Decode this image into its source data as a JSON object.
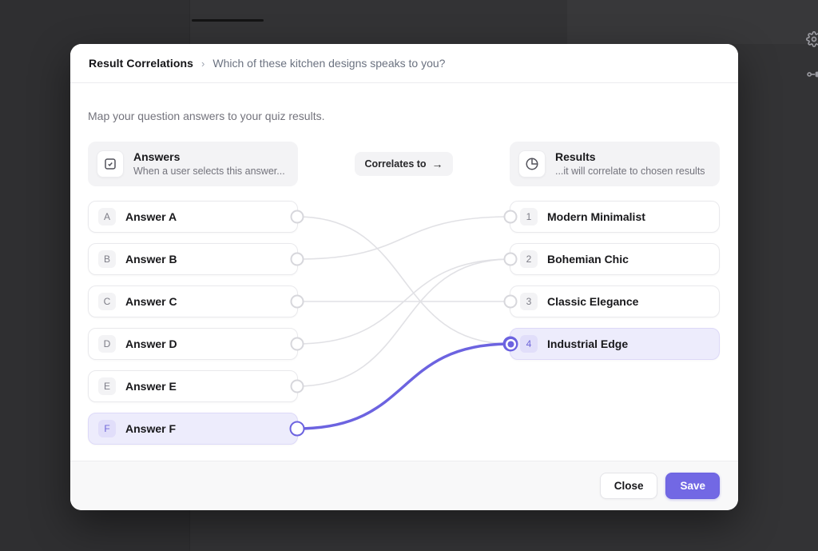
{
  "overlay": {
    "icons": [
      {
        "name": "gear-icon"
      },
      {
        "name": "flow-icon"
      }
    ]
  },
  "modal": {
    "header": {
      "title": "Result Correlations",
      "separator": "›",
      "question": "Which of these kitchen designs speaks to you?"
    },
    "instructions": "Map your question answers to your quiz results.",
    "answers_header": {
      "icon": "checkbox-icon",
      "title": "Answers",
      "subtitle": "When a user selects this answer..."
    },
    "correlates_pill": {
      "label": "Correlates to",
      "arrow": "→"
    },
    "results_header": {
      "icon": "pie-chart-icon",
      "title": "Results",
      "subtitle": "...it will correlate to chosen results"
    },
    "answers": [
      {
        "key": "A",
        "label": "Answer A",
        "selected": false
      },
      {
        "key": "B",
        "label": "Answer B",
        "selected": false
      },
      {
        "key": "C",
        "label": "Answer C",
        "selected": false
      },
      {
        "key": "D",
        "label": "Answer D",
        "selected": false
      },
      {
        "key": "E",
        "label": "Answer E",
        "selected": false
      },
      {
        "key": "F",
        "label": "Answer F",
        "selected": true
      }
    ],
    "results": [
      {
        "key": "1",
        "label": "Modern Minimalist",
        "selected": false
      },
      {
        "key": "2",
        "label": "Bohemian Chic",
        "selected": false
      },
      {
        "key": "3",
        "label": "Classic Elegance",
        "selected": false
      },
      {
        "key": "4",
        "label": "Industrial Edge",
        "selected": true
      }
    ],
    "connections": [
      {
        "from": 0,
        "to": 3,
        "active": false
      },
      {
        "from": 1,
        "to": 0,
        "active": false
      },
      {
        "from": 2,
        "to": 2,
        "active": false
      },
      {
        "from": 3,
        "to": 1,
        "active": false
      },
      {
        "from": 4,
        "to": 1,
        "active": false
      },
      {
        "from": 5,
        "to": 3,
        "active": true
      }
    ],
    "footer": {
      "close_label": "Close",
      "save_label": "Save"
    },
    "colors": {
      "accent": "#6c63e0",
      "wire": "#e1e1e5",
      "active_wire": "#6c63e0"
    }
  }
}
